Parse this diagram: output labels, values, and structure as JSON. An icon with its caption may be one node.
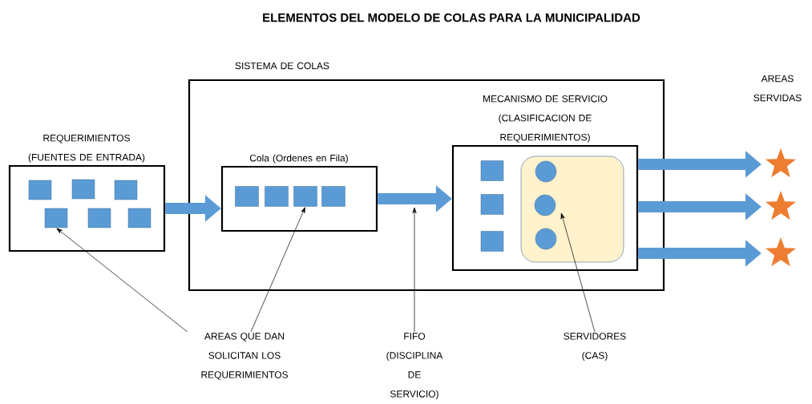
{
  "diagram": {
    "title": "ELEMENTOS DEL MODELO DE COLAS PARA LA MUNICIPALIDAD",
    "nodes": [
      {
        "text": [
          "SISTEMA DE COLAS"
        ]
      },
      {
        "text": [
          "REQUERIMIENTOS (FUENTES DE ENTRADA)"
        ]
      },
      {
        "text": [],
        "shape": "box",
        "in": 1
      },
      {
        "text": [],
        "shape": "box",
        "in": 1
      },
      {
        "text": [],
        "shape": "box",
        "in": 1
      },
      {
        "text": [],
        "shape": "box",
        "in": 1
      },
      {
        "text": [],
        "shape": "box",
        "in": 1
      },
      {
        "text": [],
        "shape": "box",
        "in": 1
      },
      {
        "text": [
          "Cola (Ordenes en Fila)"
        ],
        "in": 0
      },
      {
        "text": [],
        "shape": "box",
        "in": 8
      },
      {
        "text": [],
        "shape": "box",
        "in": 8
      },
      {
        "text": [],
        "shape": "box",
        "in": 8
      },
      {
        "text": [],
        "shape": "box",
        "in": 8
      },
      {
        "text": [
          "MECANISMO DE SERVICIO (CLASIFICACION DE REQUERIMIENTOS)"
        ],
        "in": 0
      },
      {
        "text": [],
        "shape": "box",
        "in": 13
      },
      {
        "text": [],
        "shape": "box",
        "in": 13
      },
      {
        "text": [],
        "shape": "box",
        "in": 13
      },
      {
        "text": [],
        "shape": "box",
        "in": 13
      },
      {
        "text": [],
        "shape": "circle",
        "in": 17
      },
      {
        "text": [],
        "shape": "circle",
        "in": 17
      },
      {
        "text": [],
        "shape": "circle",
        "in": 17
      },
      {
        "text": [],
        "shape": "star"
      },
      {
        "text": [],
        "shape": "star"
      },
      {
        "text": [],
        "shape": "star"
      },
      {
        "text": [
          "AREAS QUE DAN SOLICITAN LOS REQUERIMIENTOS"
        ]
      },
      {
        "text": [
          "FIFO (DISCIPLINA DE SERVICIO)"
        ]
      },
      {
        "text": [
          "SERVIDORES (CAS)"
        ]
      }
    ],
    "edges": [
      {
        "from": 1,
        "to": 8,
        "arrow": "to"
      },
      {
        "from": 8,
        "to": 13,
        "arrow": "to"
      },
      {
        "from": 13,
        "to": 21,
        "arrow": "to"
      },
      {
        "from": 13,
        "to": 22,
        "arrow": "to"
      },
      {
        "from": 13,
        "to": 23,
        "arrow": "to"
      },
      {
        "from": 24,
        "to": 5,
        "arrow": "to",
        "color": "#000000"
      },
      {
        "from": 24,
        "to": 11,
        "arrow": "to",
        "color": "#000000"
      },
      {
        "from": 25,
        "to": null,
        "arrow": "to",
        "color": "#000000"
      },
      {
        "from": 26,
        "to": 17,
        "arrow": "to",
        "color": "#000000"
      }
    ],
    "labels": [
      "AREAS SERVIDAS"
    ]
  }
}
